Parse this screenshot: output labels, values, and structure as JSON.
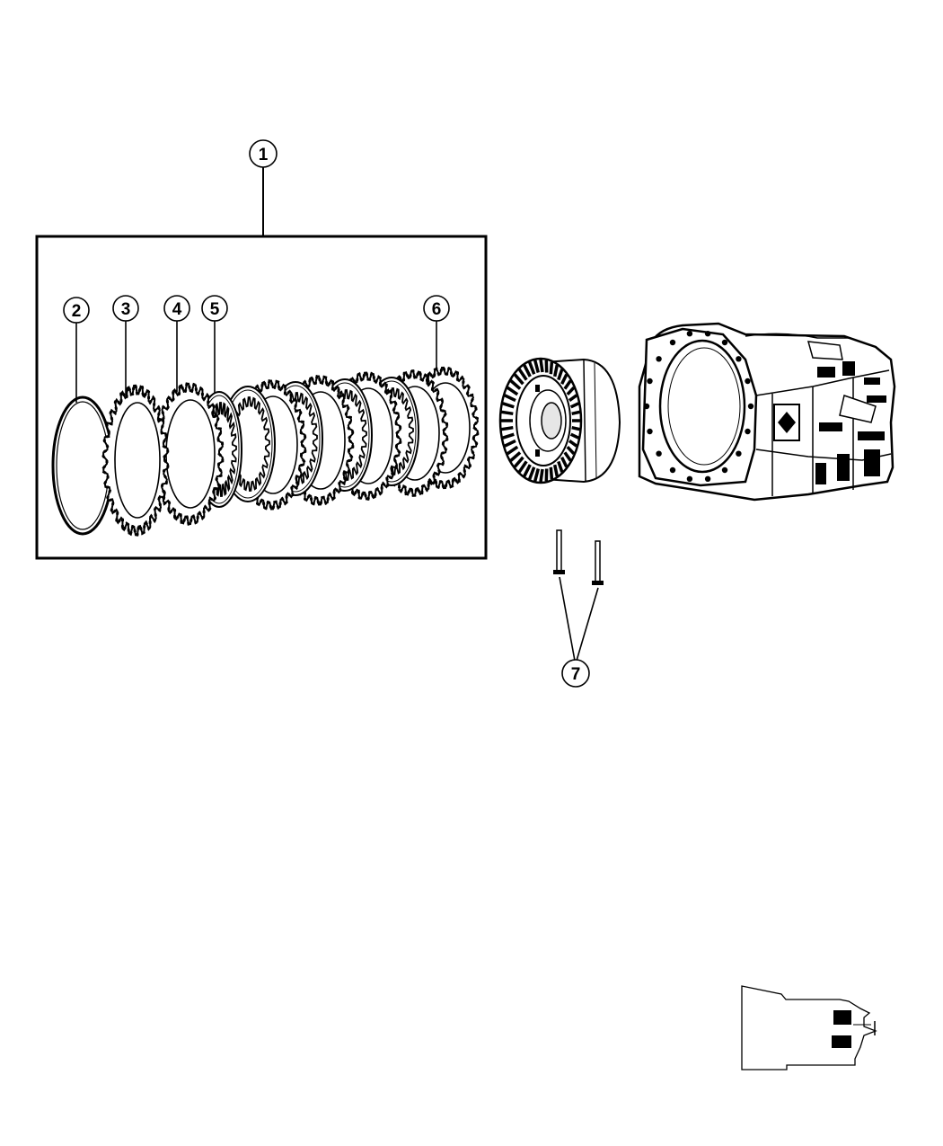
{
  "callouts": [
    {
      "id": "1",
      "label": "1"
    },
    {
      "id": "2",
      "label": "2"
    },
    {
      "id": "3",
      "label": "3"
    },
    {
      "id": "4",
      "label": "4"
    },
    {
      "id": "5",
      "label": "5"
    },
    {
      "id": "6",
      "label": "6"
    },
    {
      "id": "7",
      "label": "7"
    }
  ],
  "colors": {
    "ink": "#000000",
    "paper": "#ffffff"
  }
}
